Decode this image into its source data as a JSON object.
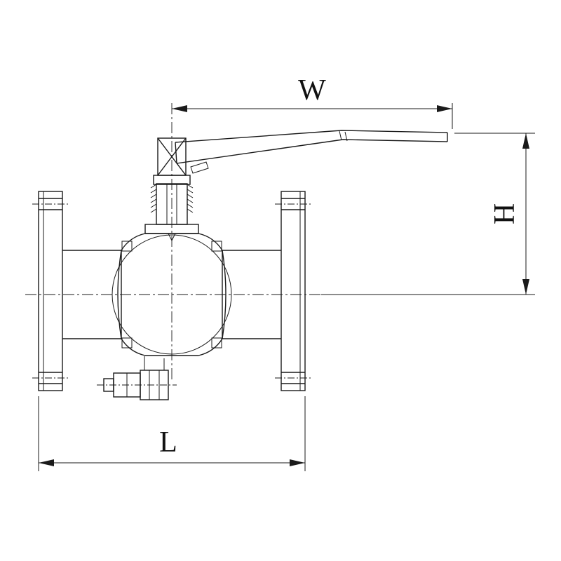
{
  "page": {
    "background": "#ffffff"
  },
  "drawing": {
    "kind": "technical-drawing",
    "subject": "Flanged ball valve with lever handle, side elevation with dimension callouts",
    "line_color": "#1a1a1a",
    "dimension_labels": {
      "w": "W",
      "h": "H",
      "l": "L"
    }
  }
}
